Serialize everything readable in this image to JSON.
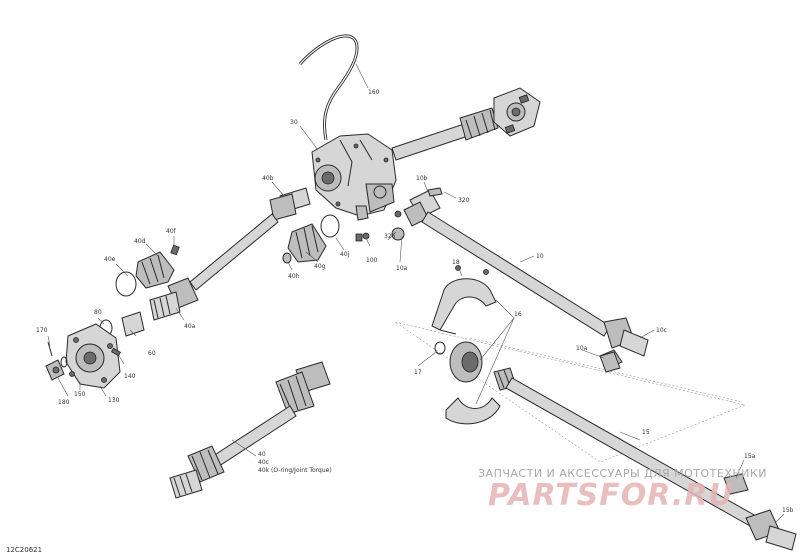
{
  "diagram_code": "12C20621",
  "watermark": {
    "text": "ЗАПЧАСТИ И АКСЕССУАРЫ ДЛЯ МОТОТЕХНИКИ",
    "logo": "PARTSFOR.RU"
  },
  "callouts": {
    "c160": "160",
    "c30": "30",
    "c40b": "40b",
    "c40d": "40d",
    "c40f": "40f",
    "c40e": "40e",
    "c40g": "40g",
    "c40j": "40j",
    "c40h": "40h",
    "c40a": "40a",
    "c80": "80",
    "c60": "60",
    "c170": "170",
    "c140": "140",
    "c150": "150",
    "c180": "180",
    "c130": "130",
    "c10b": "10b",
    "c320": "320",
    "c326": "326",
    "c100": "100",
    "c10a_top": "10a",
    "c10": "10",
    "c18": "18",
    "c16": "16",
    "c10c": "10c",
    "c10a_bottom": "10a",
    "c17": "17",
    "c15": "15",
    "c15a": "15a",
    "c15b": "15b",
    "c40": "40",
    "c40c": "40c",
    "c40k": "40k (O-ring/Joint Torque)"
  }
}
